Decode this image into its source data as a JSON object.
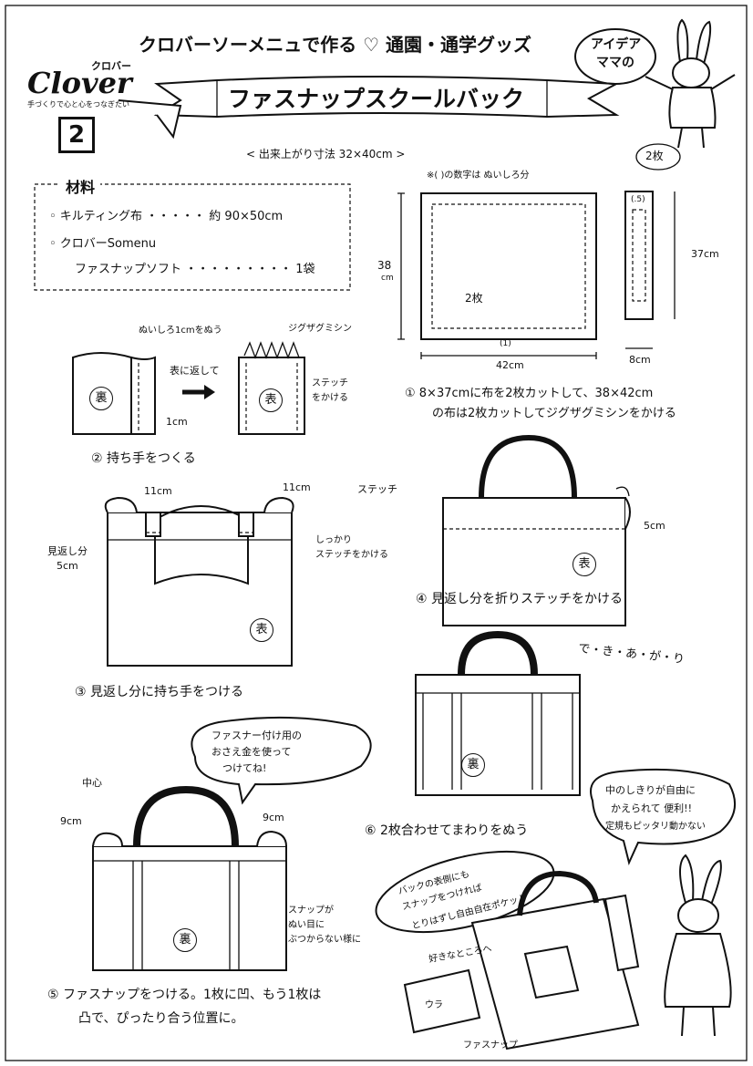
{
  "header": {
    "brand_logo": "Clover",
    "brand_kana": "クロバー",
    "brand_tagline": "手づくりで心と心をつなぎたい",
    "page_number": "2",
    "headline": "クロバーソーメニュで作る ♡ 通園・通学グッズ",
    "title_banner": "ファスナップスクールバック",
    "badge_line1": "アイデア",
    "badge_line2": "ママの"
  },
  "finished_size": "< 出来上がり寸法 32×40cm >",
  "materials": {
    "heading": "材料",
    "item1": "◦ キルティング布 ・・・・・ 約 90×50cm",
    "item2": "◦ クロバーSomenu",
    "item3": "ファスナップソフト ・・・・・・・・・ 1袋"
  },
  "cutting": {
    "note": "※( )の数字は ぬいしろ分",
    "count_small": "2枚",
    "count_large": "2枚",
    "dim_height_large": "38",
    "dim_height_unit": "cm",
    "dim_width_large": "42cm",
    "dim_height_small": "37cm",
    "dim_width_small": "8cm",
    "seam_allowance": "(1)",
    "seam_allowance_small": "(.5)",
    "step1_line1": "① 8×37cmに布を2枚カットして、38×42cm",
    "step1_line2": "の布は2枚カットしてジグザグミシンをかける"
  },
  "step2": {
    "label_seam": "ぬいしろ1cmをぬう",
    "label_zigzag": "ジグザグミシン",
    "label_turn": "表に返して",
    "label_stitch1": "ステッチ",
    "label_stitch2": "をかける",
    "label_1cm": "1cm",
    "back_mark": "裏",
    "front_mark": "表",
    "caption": "② 持ち手をつくる"
  },
  "step3": {
    "dim_left": "11cm",
    "dim_right": "11cm",
    "facing1": "見返し分",
    "facing2": "5cm",
    "note1": "しっかり",
    "note2": "ステッチをかける",
    "front_mark": "表",
    "caption": "③ 見返し分に持ち手をつける"
  },
  "step4": {
    "label_stitch": "ステッチ",
    "dim": "5cm",
    "front_mark": "表",
    "caption": "④ 見返し分を折りステッチをかける"
  },
  "finished": {
    "label": "で・き・あ・が・り",
    "back_mark": "裏"
  },
  "step5": {
    "bubble1": "ファスナー付け用の",
    "bubble2": "おさえ金を使って",
    "bubble3": "つけてね!",
    "center": "中心",
    "dim_left": "9cm",
    "dim_right": "9cm",
    "snap1": "スナップが",
    "snap2": "ぬい目に",
    "snap3": "ぶつからない様に",
    "back_mark": "裏",
    "caption1": "⑤ ファスナップをつける。1枚に凹、もう1枚は",
    "caption2": "凸で、ぴったり合う位置に。"
  },
  "step6": {
    "caption": "⑥ 2枚合わせてまわりをぬう",
    "bubble1": "中のしきりが自由に",
    "bubble2": "かえられて 便利!!",
    "bubble3": "定規もピッタリ動かない",
    "pocket1": "バックの表側にも",
    "pocket2": "スナップをつければ",
    "pocket3": "とりはずし自由自在ポケット",
    "label_anywhere": "好きなところへ",
    "label_ura": "ウラ",
    "label_fastsnap": "ファスナップ"
  }
}
